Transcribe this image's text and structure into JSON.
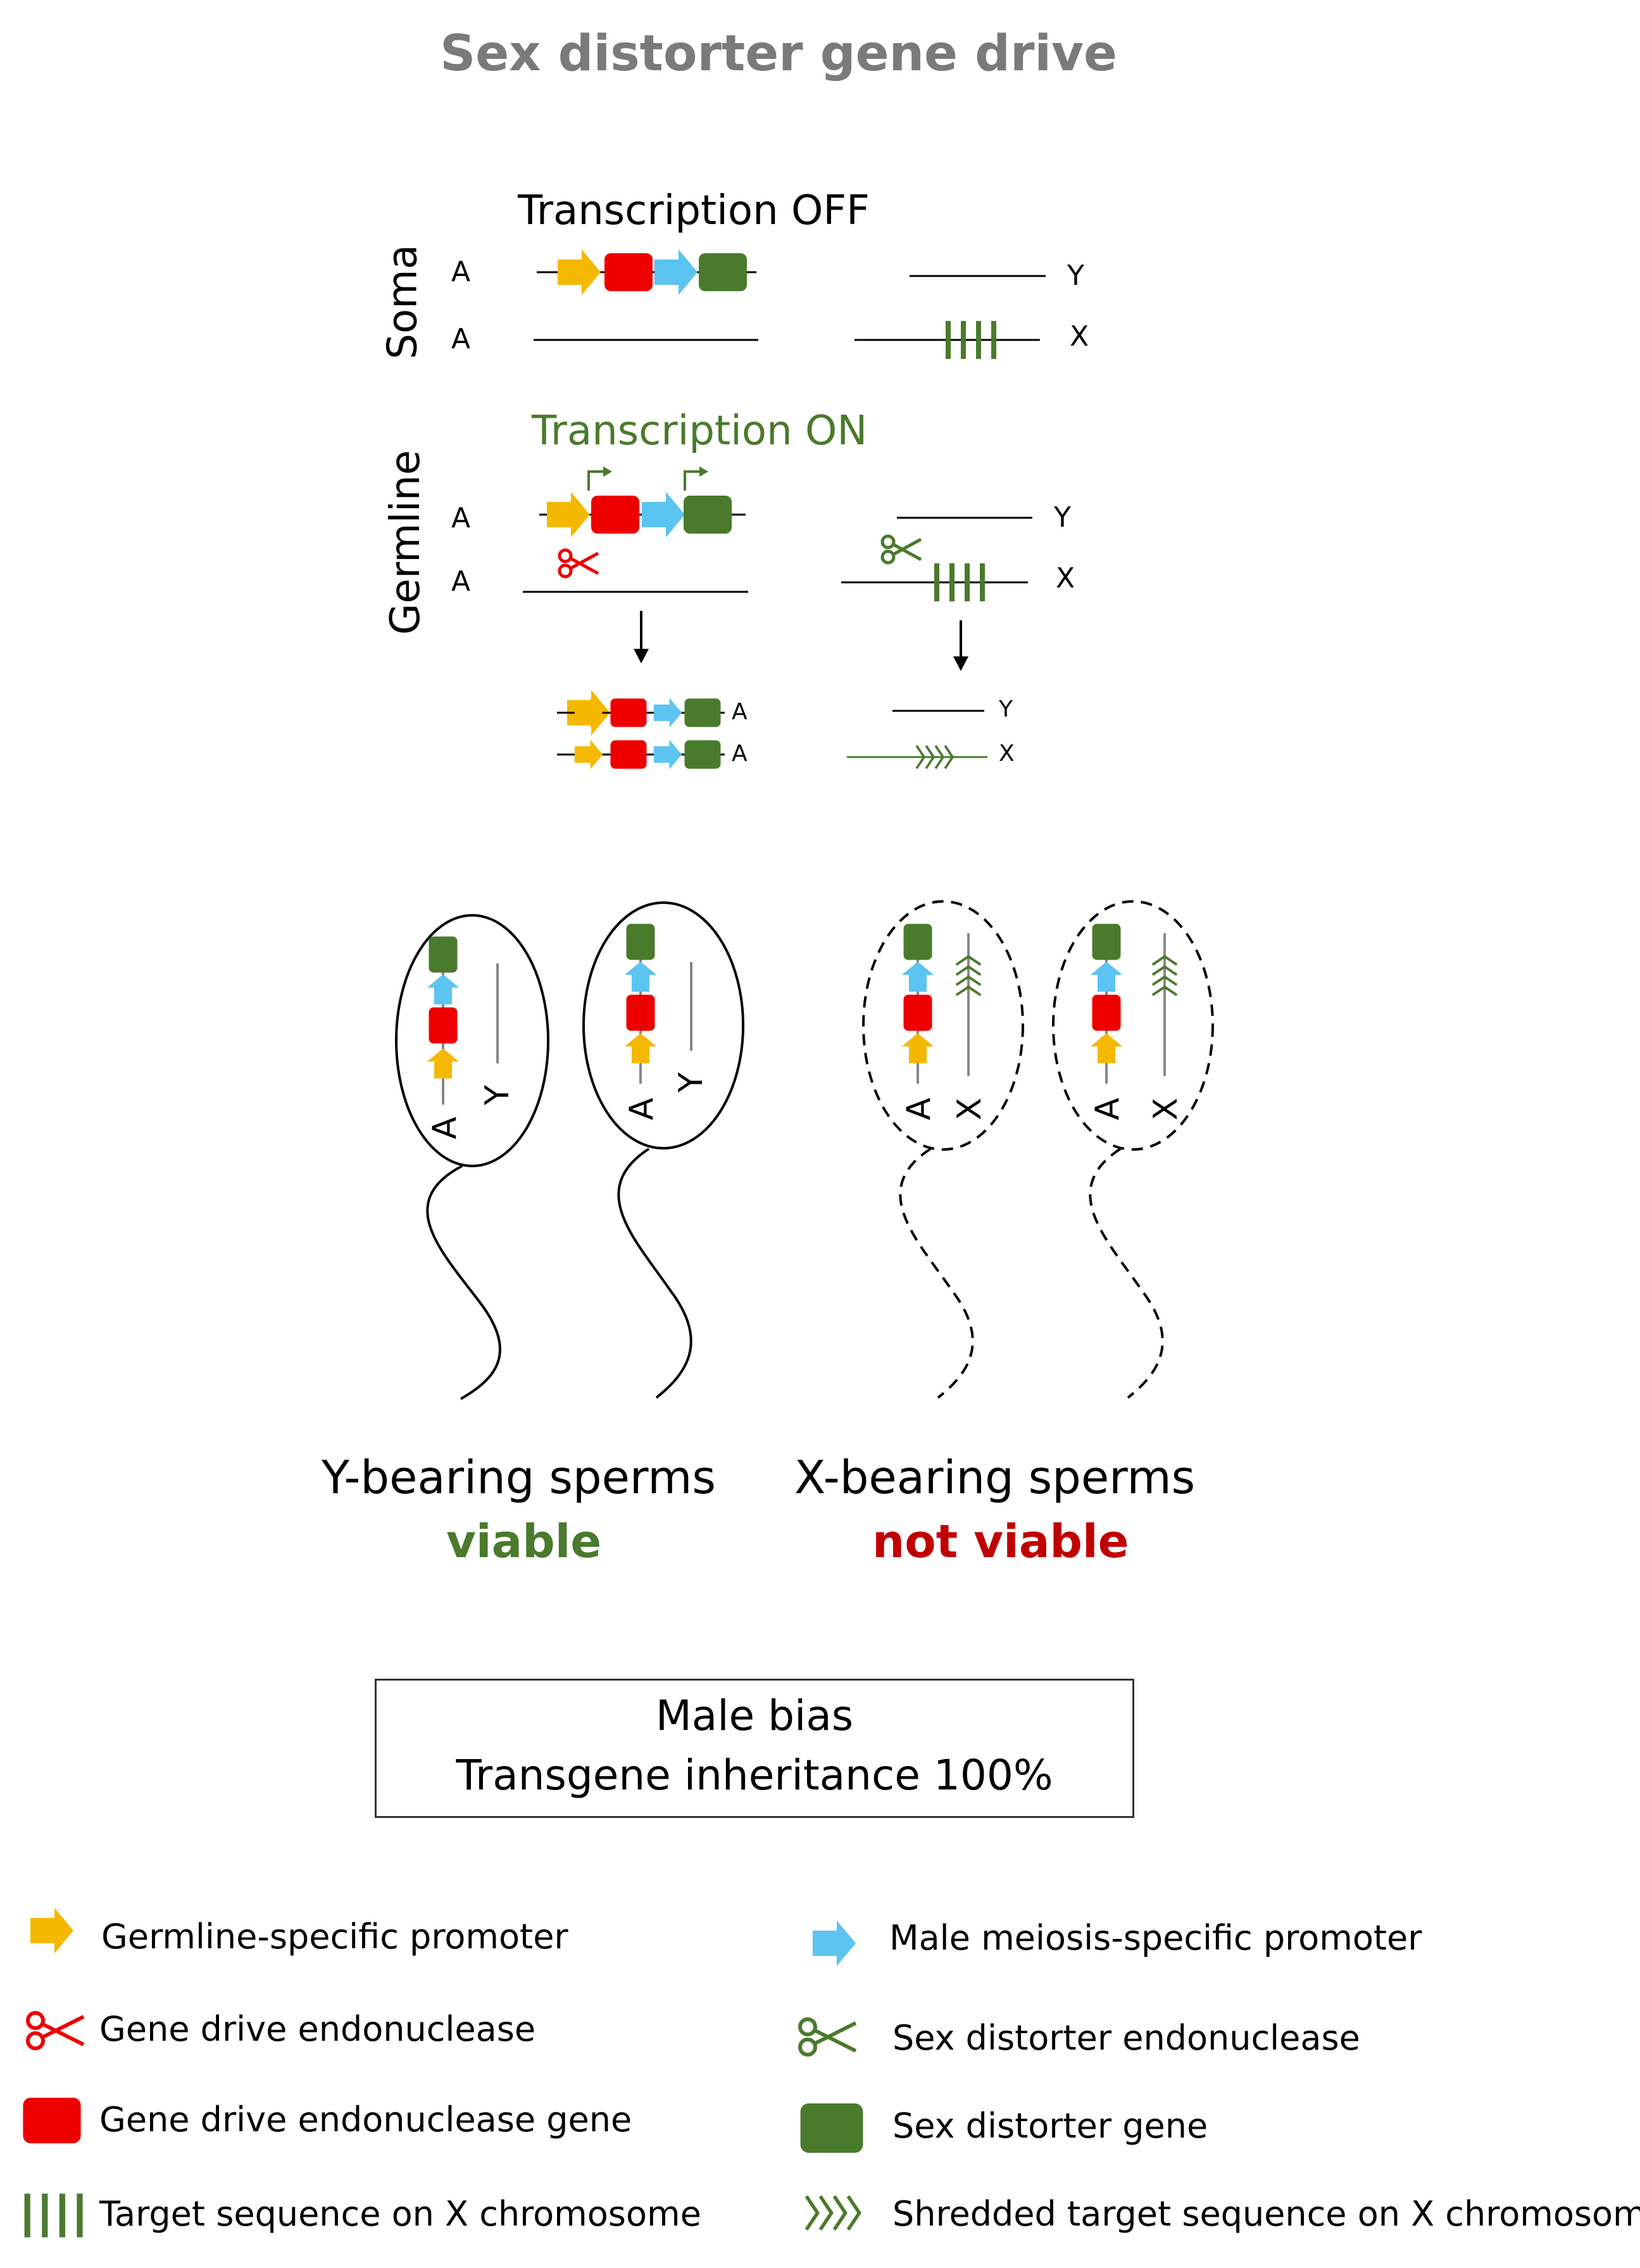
{
  "title": "Sex distorter gene drive",
  "soma": {
    "section_label": "Soma",
    "heading": "Transcription OFF",
    "chrom_A1": "A",
    "chrom_A2": "A",
    "chrom_Y": "Y",
    "chrom_X": "X"
  },
  "germline": {
    "section_label": "Germline",
    "heading": "Transcription ON",
    "chrom_A1": "A",
    "chrom_A2": "A",
    "chrom_Y": "Y",
    "chrom_X": "X",
    "result_A1": "A",
    "result_A2": "A",
    "result_Y": "Y",
    "result_X": "X"
  },
  "sperm": {
    "y_sperm_A": "A",
    "y_sperm_Y": "Y",
    "x_sperm_A": "A",
    "x_sperm_X": "X",
    "y_caption": "Y-bearing sperms",
    "y_status": "viable",
    "x_caption": "X-bearing sperms",
    "x_status": "not viable"
  },
  "result_box": {
    "line1": "Male bias",
    "line2": "Transgene inheritance 100%"
  },
  "legend": [
    {
      "icon": "yellow-arrow-icon",
      "label": "Germline-specific promoter"
    },
    {
      "icon": "blue-arrow-icon",
      "label": "Male meiosis-specific promoter"
    },
    {
      "icon": "red-scissors-icon",
      "label": "Gene drive endonuclease"
    },
    {
      "icon": "green-scissors-icon",
      "label": "Sex distorter endonuclease"
    },
    {
      "icon": "red-box-icon",
      "label": "Gene drive endonuclease gene"
    },
    {
      "icon": "green-box-icon",
      "label": "Sex distorter gene"
    },
    {
      "icon": "target-bars-icon",
      "label": "Target sequence on X chromosome"
    },
    {
      "icon": "shredded-chevrons-icon",
      "label": "Shredded target sequence on X chromosome"
    }
  ],
  "colors": {
    "promoter_yellow": "#f5b800",
    "promoter_blue": "#5bc4f0",
    "drive_red": "#ee0000",
    "distorter_green": "#4a7a2c",
    "title_gray": "#7a7a7a",
    "not_viable_red": "#c00000"
  }
}
